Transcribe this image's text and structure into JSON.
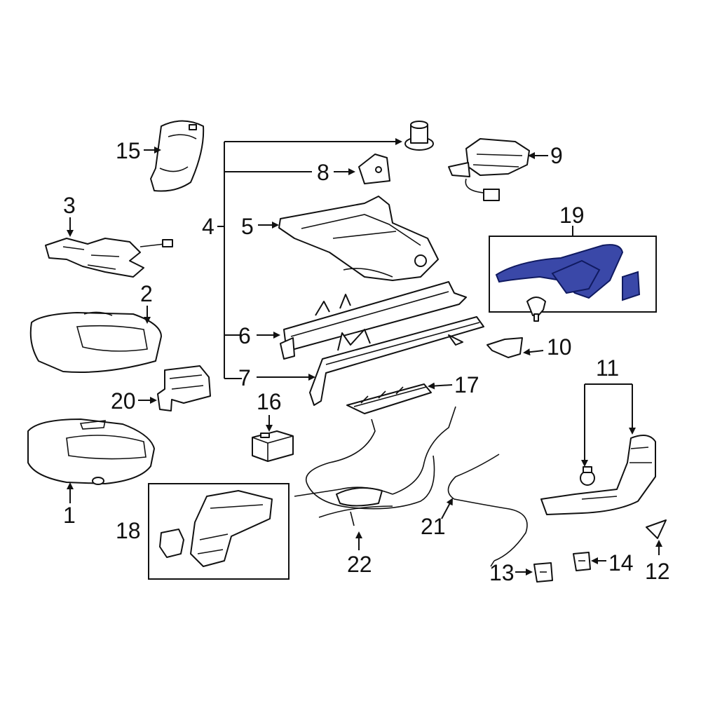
{
  "diagram": {
    "highlight_color": "#3a48a8",
    "callouts": {
      "c1": "1",
      "c2": "2",
      "c3": "3",
      "c4": "4",
      "c5": "5",
      "c6": "6",
      "c7": "7",
      "c8": "8",
      "c9": "9",
      "c10": "10",
      "c11": "11",
      "c12": "12",
      "c13": "13",
      "c14": "14",
      "c15": "15",
      "c16": "16",
      "c17": "17",
      "c18": "18",
      "c19": "19",
      "c20": "20",
      "c21": "21",
      "c22": "22"
    }
  }
}
